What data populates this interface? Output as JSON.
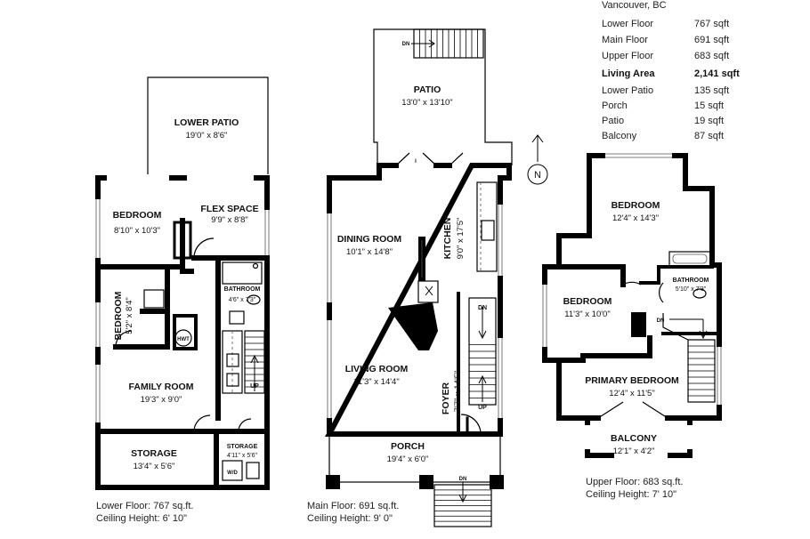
{
  "summary": {
    "location": "Vancouver, BC",
    "rows": [
      {
        "label": "Lower Floor",
        "value": "767 sqft",
        "bold": false
      },
      {
        "label": "Main Floor",
        "value": "691 sqft",
        "bold": false
      },
      {
        "label": "Upper Floor",
        "value": "683 sqft",
        "bold": false
      },
      {
        "label": "Living Area",
        "value": "2,141 sqft",
        "bold": true
      },
      {
        "label": "Lower Patio",
        "value": "135 sqft",
        "bold": false
      },
      {
        "label": "Porch",
        "value": "15 sqft",
        "bold": false
      },
      {
        "label": "Patio",
        "value": "19 sqft",
        "bold": false
      },
      {
        "label": "Balcony",
        "value": "87 sqft",
        "bold": false
      }
    ]
  },
  "compass": {
    "label": "N"
  },
  "lower": {
    "caption_area": "Lower Floor: 767 sq.ft.",
    "caption_ceiling": "Ceiling Height: 6' 10\"",
    "rooms": {
      "lower_patio": {
        "name": "LOWER PATIO",
        "dims": "19'0\" x 8'6\""
      },
      "bedroom": {
        "name": "BEDROOM",
        "dims": "8'10\" x 10'3\""
      },
      "flex_space": {
        "name": "FLEX SPACE",
        "dims": "9'9\" x 8'8\""
      },
      "bedroom2": {
        "name": "BEDROOM",
        "dims": "5'2\" x 8'4\""
      },
      "bathroom": {
        "name": "BATHROOM",
        "dims": "4'6\" x 7'3\""
      },
      "hwt": {
        "name": "HWT"
      },
      "family_room": {
        "name": "FAMILY ROOM",
        "dims": "19'3\" x 9'0\""
      },
      "storage": {
        "name": "STORAGE",
        "dims": "13'4\" x 5'6\""
      },
      "storage2": {
        "name": "STORAGE",
        "dims": "4'11\" x 5'6\""
      },
      "wd": {
        "name": "W/D"
      }
    },
    "stair": {
      "up": "UP"
    }
  },
  "main": {
    "caption_area": "Main Floor: 691 sq.ft.",
    "caption_ceiling": "Ceiling Height: 9' 0\"",
    "rooms": {
      "patio": {
        "name": "PATIO",
        "dims": "13'0\" x 13'10\""
      },
      "dining_room": {
        "name": "DINING ROOM",
        "dims": "10'1\" x 14'8\""
      },
      "kitchen": {
        "name": "KITCHEN",
        "dims": "9'0\" x 17'5\""
      },
      "living_room": {
        "name": "LIVING ROOM",
        "dims": "11'3\" x 14'4\""
      },
      "foyer": {
        "name": "FOYER",
        "dims": "7'7\" x 14'5\""
      },
      "porch": {
        "name": "PORCH",
        "dims": "19'4\" x 6'0\""
      }
    },
    "stair": {
      "dn": "DN",
      "up": "UP",
      "patio_dn": "DN",
      "porch_dn": "DN"
    }
  },
  "upper": {
    "caption_area": "Upper Floor: 683 sq.ft.",
    "caption_ceiling": "Ceiling Height: 7' 10\"",
    "rooms": {
      "bedroom_top": {
        "name": "BEDROOM",
        "dims": "12'4\" x 14'3\""
      },
      "bedroom_mid": {
        "name": "BEDROOM",
        "dims": "11'3\" x 10'0\""
      },
      "bathroom": {
        "name": "BATHROOM",
        "dims": "5'10\" x 7'3\""
      },
      "primary_bedroom": {
        "name": "PRIMARY BEDROOM",
        "dims": "12'4\" x 11'5\""
      },
      "balcony": {
        "name": "BALCONY",
        "dims": "12'1\" x 4'2\""
      }
    },
    "stair": {
      "dn": "DN"
    }
  }
}
